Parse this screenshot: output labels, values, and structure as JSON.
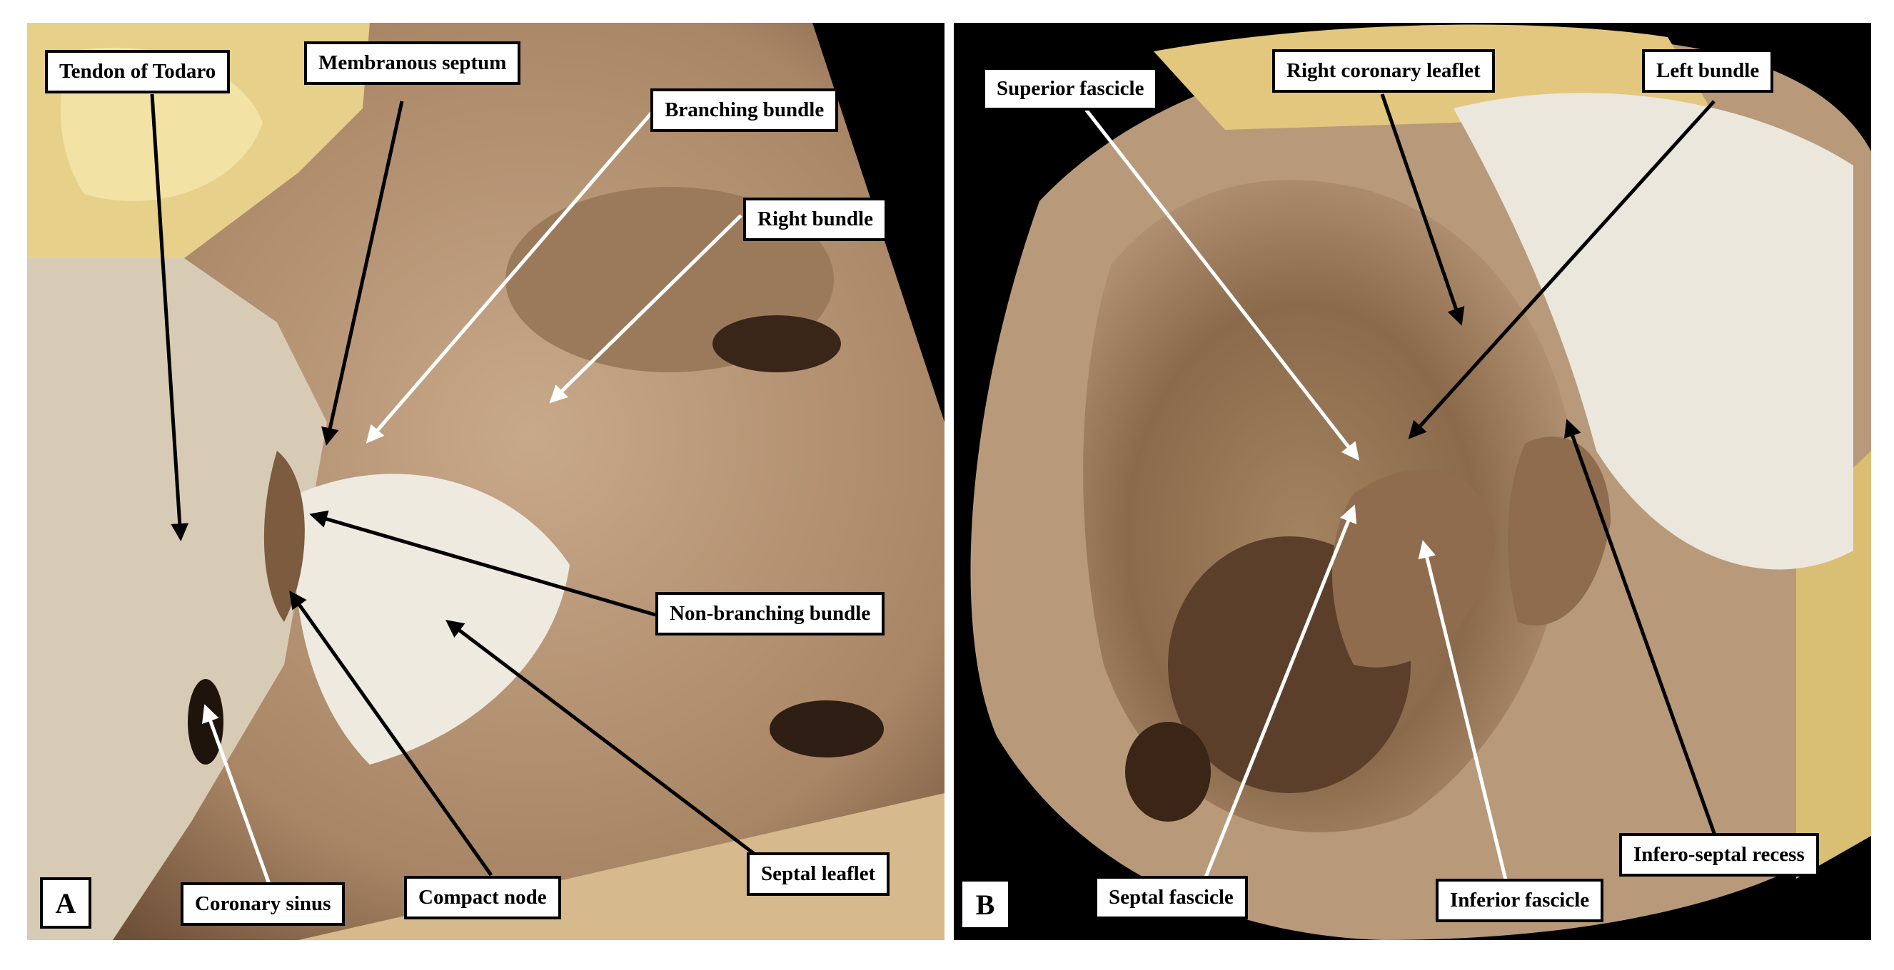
{
  "panels": {
    "a": {
      "letter": "A",
      "labels": {
        "tendon_of_todaro": "Tendon of Todaro",
        "membranous_septum": "Membranous septum",
        "branching_bundle": "Branching bundle",
        "right_bundle": "Right bundle",
        "non_branching_bundle": "Non-branching bundle",
        "septal_leaflet": "Septal leaflet",
        "coronary_sinus": "Coronary sinus",
        "compact_node": "Compact node"
      }
    },
    "b": {
      "letter": "B",
      "labels": {
        "superior_fascicle": "Superior fascicle",
        "right_coronary_leaflet": "Right coronary leaflet",
        "left_bundle": "Left bundle",
        "infero_septal_recess": "Infero-septal recess",
        "septal_fascicle": "Septal fascicle",
        "inferior_fascicle": "Inferior fascicle"
      }
    }
  },
  "colors": {
    "tissue_tan": "#b8997a",
    "tissue_dark": "#7a5a3e",
    "fat_yellow": "#e8d48a",
    "valve_white": "#eae6dc",
    "background": "#000000"
  }
}
